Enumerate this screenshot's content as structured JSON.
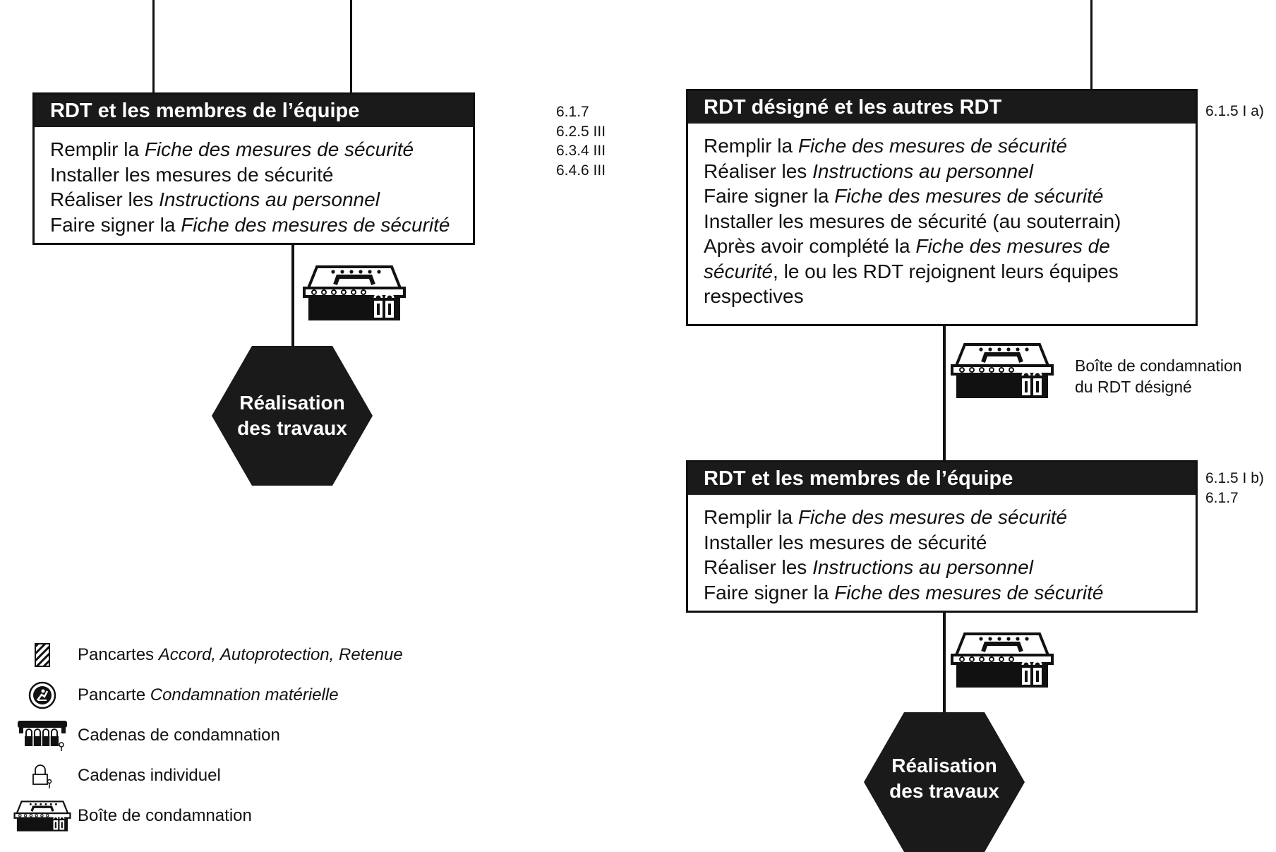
{
  "left_column": {
    "box": {
      "title": "RDT et les membres de l’équipe",
      "lines": [
        {
          "plain": "Remplir la ",
          "italic": "Fiche des mesures de sécurité"
        },
        {
          "plain": "Installer les mesures de sécurité",
          "italic": ""
        },
        {
          "plain": "Réaliser les ",
          "italic": "Instructions au personnel"
        },
        {
          "plain": "Faire signer la ",
          "italic": "Fiche des mesures de sécurité"
        }
      ]
    },
    "refs": [
      "6.1.7",
      "6.2.5 III",
      "6.3.4 III",
      "6.4.6 III"
    ],
    "lockbox_icon": "lockbox-icon",
    "end_node": {
      "line1": "Réalisation",
      "line2": "des travaux"
    }
  },
  "right_column": {
    "box1": {
      "title": "RDT désigné et les autres RDT",
      "lines": [
        {
          "plain": "Remplir la ",
          "italic": "Fiche des mesures de sécurité",
          "after": ""
        },
        {
          "plain": "Réaliser les ",
          "italic": "Instructions au personnel",
          "after": ""
        },
        {
          "plain": "Faire signer la ",
          "italic": "Fiche des mesures de sécurité",
          "after": ""
        },
        {
          "plain": "Installer les mesures de sécurité (au souterrain)",
          "italic": "",
          "after": ""
        },
        {
          "plain": "Après avoir complété la ",
          "italic": "Fiche des mesures de",
          "after": ""
        },
        {
          "plain": "",
          "italic": "sécurité",
          "after": ", le ou les RDT rejoignent leurs équipes"
        },
        {
          "plain": "respectives",
          "italic": "",
          "after": ""
        }
      ]
    },
    "box1_refs": [
      "6.1.5 I a)"
    ],
    "lockbox_note": {
      "line1": "Boîte de condamnation",
      "line2": "du RDT désigné"
    },
    "box2": {
      "title": "RDT et les membres de l’équipe",
      "lines": [
        {
          "plain": "Remplir la ",
          "italic": "Fiche des mesures de sécurité"
        },
        {
          "plain": "Installer les mesures de sécurité",
          "italic": ""
        },
        {
          "plain": "Réaliser les ",
          "italic": "Instructions au personnel"
        },
        {
          "plain": "Faire signer la ",
          "italic": "Fiche des mesures de sécurité"
        }
      ]
    },
    "box2_refs": [
      "6.1.5 I b)",
      "6.1.7"
    ],
    "end_node": {
      "line1": "Réalisation",
      "line2": "des travaux"
    }
  },
  "legend": [
    {
      "icon": "striped-sign-icon",
      "plain": "Pancartes ",
      "italic": "Accord, Autoprotection, Retenue"
    },
    {
      "icon": "material-lock-sign-icon",
      "plain": "Pancarte ",
      "italic": "Condamnation matérielle"
    },
    {
      "icon": "group-padlock-icon",
      "plain": "Cadenas de condamnation",
      "italic": ""
    },
    {
      "icon": "individual-padlock-icon",
      "plain": "Cadenas individuel",
      "italic": ""
    },
    {
      "icon": "lockbox-icon",
      "plain": "Boîte de condamnation",
      "italic": ""
    }
  ],
  "colors": {
    "ink": "#111111",
    "header_bg": "#1a1a1a",
    "header_text": "#ffffff"
  }
}
